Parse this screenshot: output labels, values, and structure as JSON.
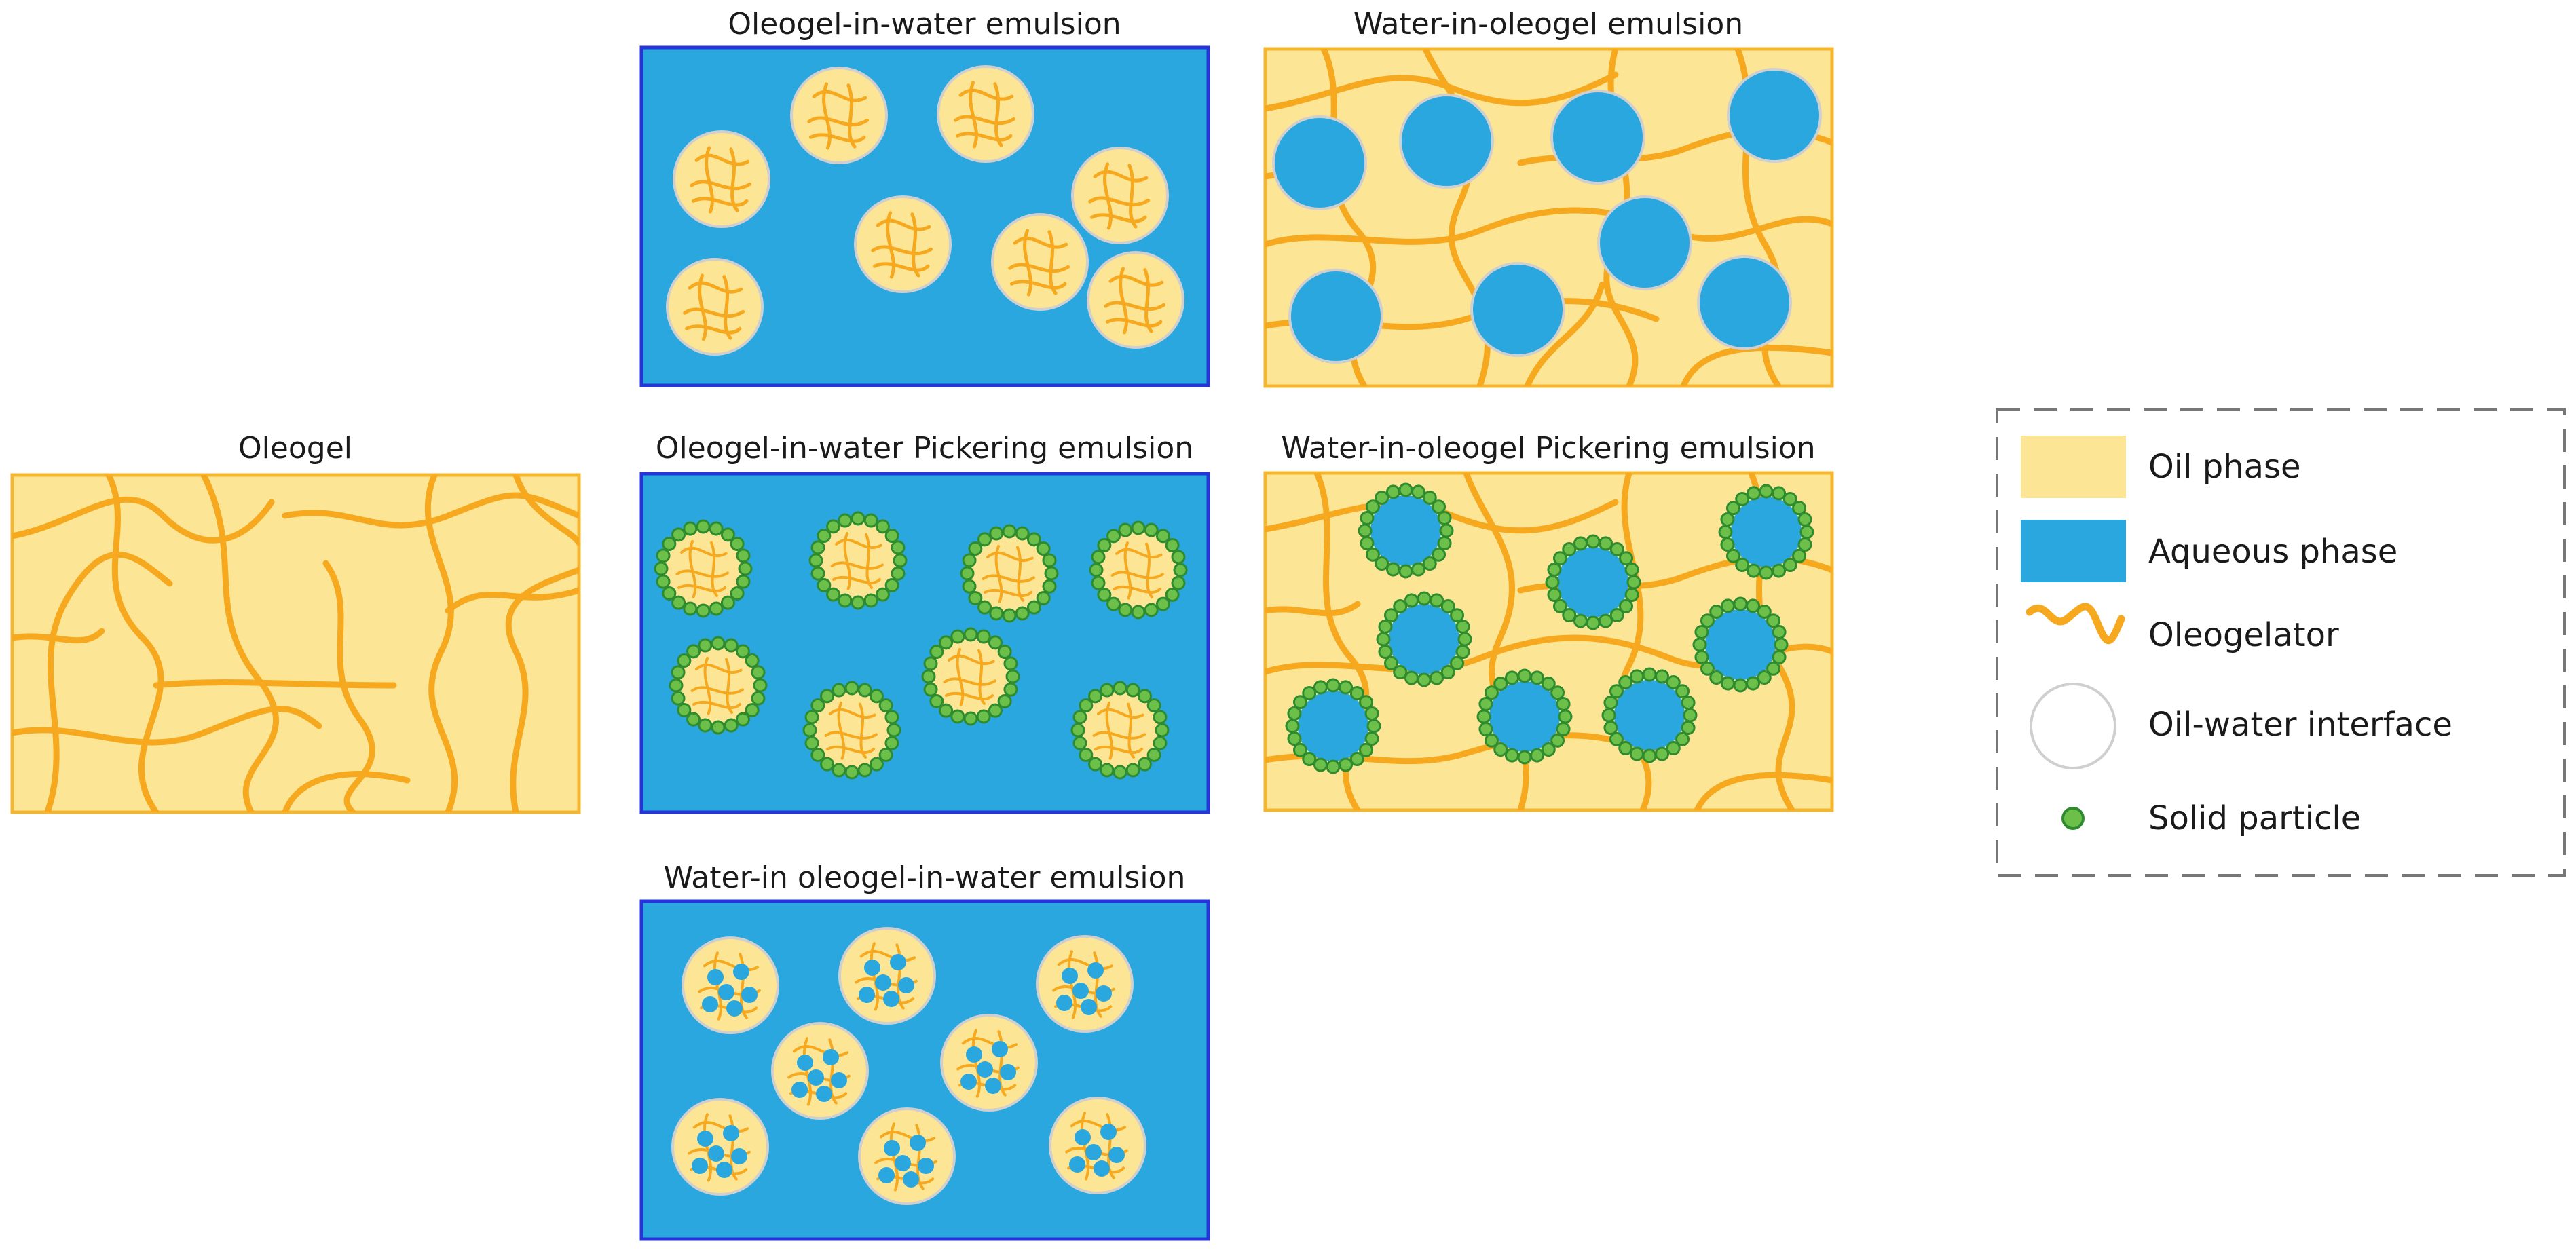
{
  "panels": [
    {
      "id": "oleogel",
      "title": "Oleogel"
    },
    {
      "id": "ogw",
      "title": "Oleogel-in-water emulsion"
    },
    {
      "id": "wog",
      "title": "Water-in-oleogel emulsion"
    },
    {
      "id": "ogwp",
      "title": "Oleogel-in-water Pickering emulsion"
    },
    {
      "id": "wogp",
      "title": "Water-in-oleogel Pickering emulsion"
    },
    {
      "id": "wogw",
      "title": "Water-in oleogel-in-water emulsion"
    }
  ],
  "legend": {
    "items": [
      {
        "label": "Oil phase",
        "icon": "oil-phase-swatch"
      },
      {
        "label": "Aqueous phase",
        "icon": "aqueous-phase-swatch"
      },
      {
        "label": "Oleogelator",
        "icon": "oleogelator-icon"
      },
      {
        "label": "Oil-water interface",
        "icon": "interface-circle-icon"
      },
      {
        "label": "Solid particle",
        "icon": "solid-particle-icon"
      }
    ]
  },
  "colors": {
    "oil": "#FCE594",
    "oil_border": "#F3B630",
    "aqueous": "#2BA7DF",
    "aqueous_border": "#2535D9",
    "oleogelator": "#F6A81E",
    "particle": "#6CC04A",
    "particle_border": "#2E8B2E",
    "interface": "#CFCFCF",
    "legend_border": "#777777"
  }
}
